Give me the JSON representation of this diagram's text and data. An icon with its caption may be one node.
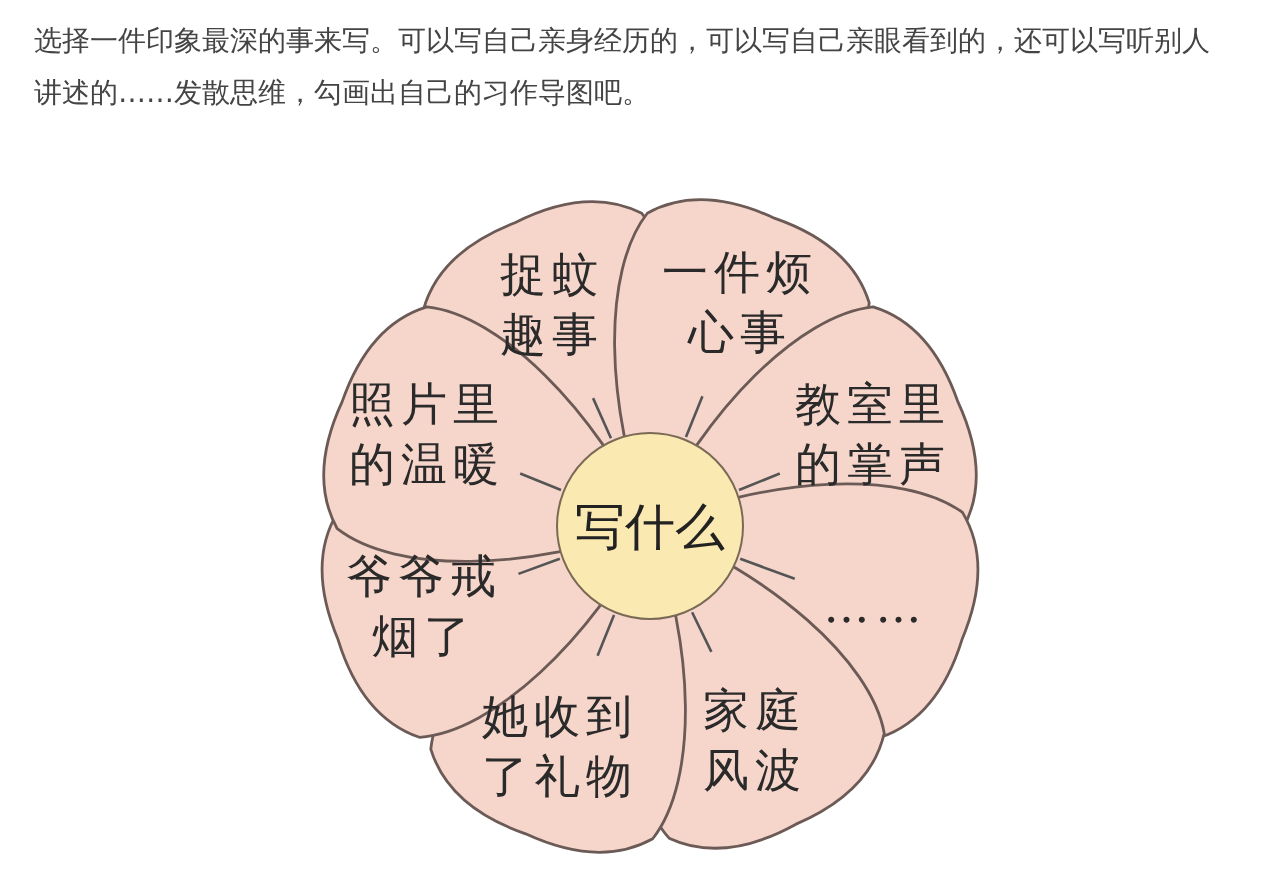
{
  "diagram": {
    "title": "选择一件印象最深的事来写。可以写自己亲身经历的，可以写自己亲眼看到的，还可以写听别人讲述的……发散思维，勾画出自己的习作导图吧。",
    "nodes": [
      {
        "text": [
          "写什么"
        ]
      },
      {
        "text": [
          "捉蚊趣事"
        ]
      },
      {
        "text": [
          "一件烦心事"
        ]
      },
      {
        "text": [
          "教室里的掌声"
        ]
      },
      {
        "text": [
          "……"
        ]
      },
      {
        "text": [
          "家庭风波"
        ]
      },
      {
        "text": [
          "她收到了礼物"
        ]
      },
      {
        "text": [
          "爷爷戒烟了"
        ]
      },
      {
        "text": [
          "照片里的温暖"
        ]
      }
    ],
    "edges": [
      {
        "from": 0,
        "to": 1,
        "arrow": "none"
      },
      {
        "from": 0,
        "to": 2,
        "arrow": "none"
      },
      {
        "from": 0,
        "to": 3,
        "arrow": "none"
      },
      {
        "from": 0,
        "to": 4,
        "arrow": "none"
      },
      {
        "from": 0,
        "to": 5,
        "arrow": "none"
      },
      {
        "from": 0,
        "to": 6,
        "arrow": "none"
      },
      {
        "from": 0,
        "to": 7,
        "arrow": "none"
      },
      {
        "from": 0,
        "to": 8,
        "arrow": "none"
      }
    ]
  }
}
